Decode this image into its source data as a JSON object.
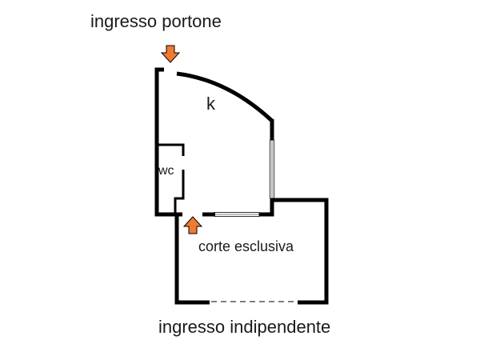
{
  "plan": {
    "labels": {
      "entrance_top": "ingresso portone",
      "kitchen": "k",
      "wc": "wc",
      "courtyard": "corte esclusiva",
      "entrance_bottom": "ingresso indipendente"
    },
    "colors": {
      "wall": "#000000",
      "arrow_fill": "#f07a30",
      "arrow_stroke": "#000000",
      "text": "#1a1a1a",
      "dashed_opening": "#555555"
    },
    "icons": [
      "arrow-down-icon",
      "arrow-up-icon"
    ]
  }
}
